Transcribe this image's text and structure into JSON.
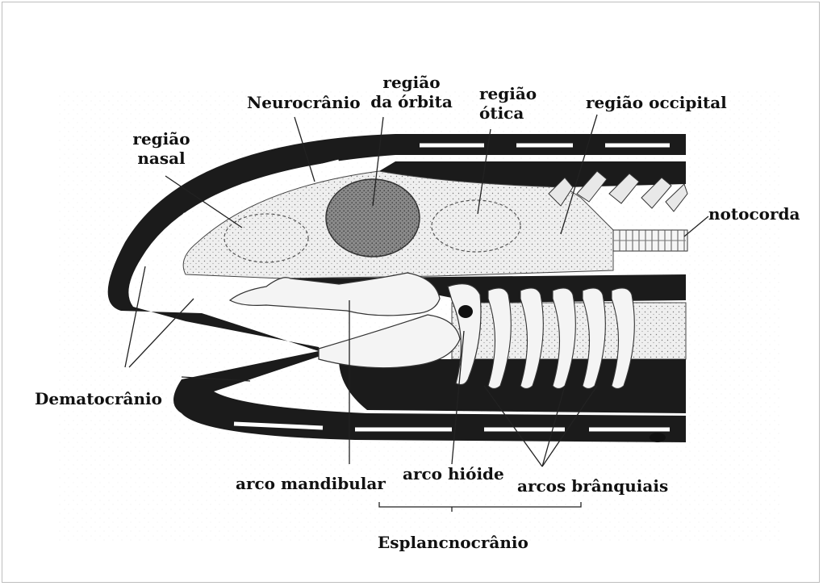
{
  "labels": {
    "regiao_nasal": [
      "região",
      "nasal"
    ],
    "neurocranio": "Neurocrânio",
    "regiao_orbita": [
      "região",
      "da órbita"
    ],
    "regiao_otica": [
      "região",
      "ótica"
    ],
    "regiao_occipital": "região occipital",
    "notocorda": "notocorda",
    "dematocranio": "Dematocrânio",
    "arco_mandibular": "arco mandibular",
    "arco_hioide": "arco hióide",
    "arcos_branquiais": "arcos brânquiais",
    "esplancnocranio": "Esplancnocrânio"
  },
  "colors": {
    "ink": "#111111",
    "dermal": "#1b1b1b",
    "cartilage": "#ebebeb",
    "orbit": "#7a7a7a",
    "background": "#ffffff"
  }
}
